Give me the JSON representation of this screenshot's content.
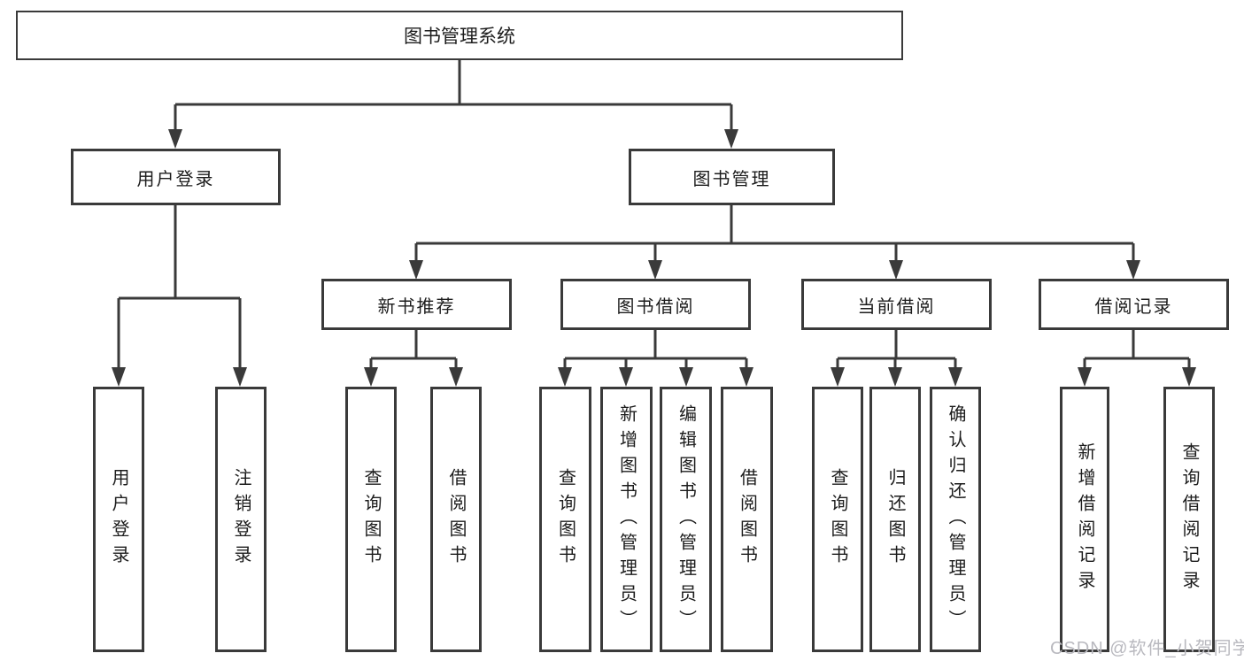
{
  "tree": {
    "root": {
      "label": "图书管理系统"
    },
    "user_branch": {
      "label": "用户登录",
      "children": [
        {
          "label": "用户登录"
        },
        {
          "label": "注销登录"
        }
      ]
    },
    "book_branch": {
      "label": "图书管理",
      "groups": [
        {
          "label": "新书推荐",
          "children": [
            {
              "label": "查询图书"
            },
            {
              "label": "借阅图书"
            }
          ]
        },
        {
          "label": "图书借阅",
          "children": [
            {
              "label": "查询图书"
            },
            {
              "label": "新增图书（管理员）"
            },
            {
              "label": "编辑图书（管理员）"
            },
            {
              "label": "借阅图书"
            }
          ]
        },
        {
          "label": "当前借阅",
          "children": [
            {
              "label": "查询图书"
            },
            {
              "label": "归还图书"
            },
            {
              "label": "确认归还（管理员）"
            }
          ]
        },
        {
          "label": "借阅记录",
          "children": [
            {
              "label": "新增借阅记录"
            },
            {
              "label": "查询借阅记录"
            }
          ]
        }
      ]
    }
  },
  "watermark": "CSDN @软件_小贺同学",
  "colors": {
    "line": "#3a3a3a",
    "text": "#1c1c1c",
    "background": "#ffffff",
    "watermark": "#b9b9bf"
  }
}
